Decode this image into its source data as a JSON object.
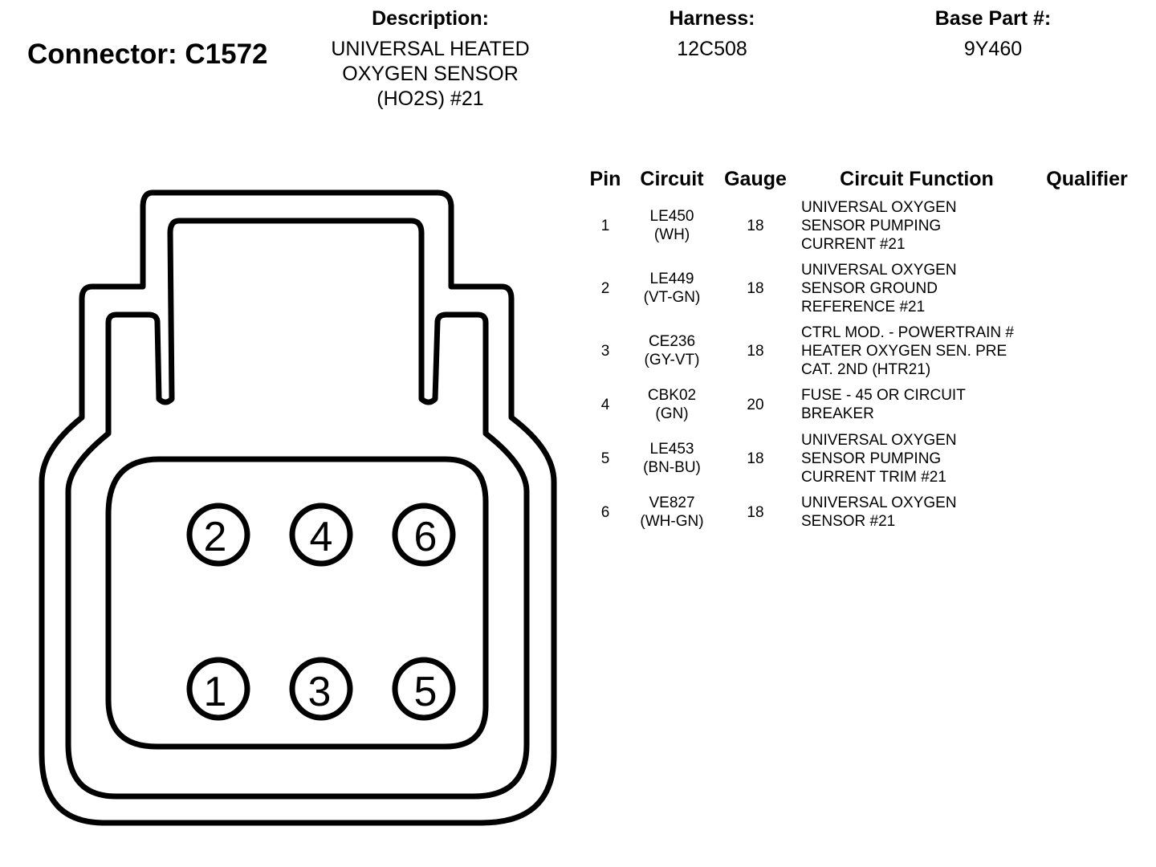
{
  "connector": {
    "title": "Connector: C1572"
  },
  "header": {
    "description_label": "Description:",
    "description_lines": [
      "UNIVERSAL HEATED",
      "OXYGEN SENSOR",
      "(HO2S) #21"
    ],
    "harness_label": "Harness:",
    "harness_value": "12C508",
    "base_part_label": "Base Part #:",
    "base_part_value": "9Y460"
  },
  "table": {
    "columns": [
      "Pin",
      "Circuit",
      "Gauge",
      "Circuit Function",
      "Qualifier"
    ],
    "rows": [
      {
        "pin": "1",
        "circuit": "LE450",
        "color": "(WH)",
        "gauge": "18",
        "function": [
          "UNIVERSAL OXYGEN",
          "SENSOR PUMPING",
          "CURRENT #21"
        ],
        "qualifier": ""
      },
      {
        "pin": "2",
        "circuit": "LE449",
        "color": "(VT-GN)",
        "gauge": "18",
        "function": [
          "UNIVERSAL OXYGEN",
          "SENSOR GROUND",
          "REFERENCE #21"
        ],
        "qualifier": ""
      },
      {
        "pin": "3",
        "circuit": "CE236",
        "color": "(GY-VT)",
        "gauge": "18",
        "function": [
          "CTRL MOD. - POWERTRAIN #",
          "HEATER OXYGEN SEN. PRE",
          "CAT. 2ND (HTR21)"
        ],
        "qualifier": ""
      },
      {
        "pin": "4",
        "circuit": "CBK02",
        "color": "(GN)",
        "gauge": "20",
        "function": [
          "FUSE - 45 OR CIRCUIT",
          "BREAKER"
        ],
        "qualifier": ""
      },
      {
        "pin": "5",
        "circuit": "LE453",
        "color": "(BN-BU)",
        "gauge": "18",
        "function": [
          "UNIVERSAL OXYGEN",
          "SENSOR PUMPING",
          "CURRENT TRIM #21"
        ],
        "qualifier": ""
      },
      {
        "pin": "6",
        "circuit": "VE827",
        "color": "(WH-GN)",
        "gauge": "18",
        "function": [
          "UNIVERSAL OXYGEN",
          "SENSOR #21"
        ],
        "qualifier": ""
      }
    ]
  },
  "diagram": {
    "pin_labels": [
      "2",
      "4",
      "6",
      "1",
      "3",
      "5"
    ]
  }
}
